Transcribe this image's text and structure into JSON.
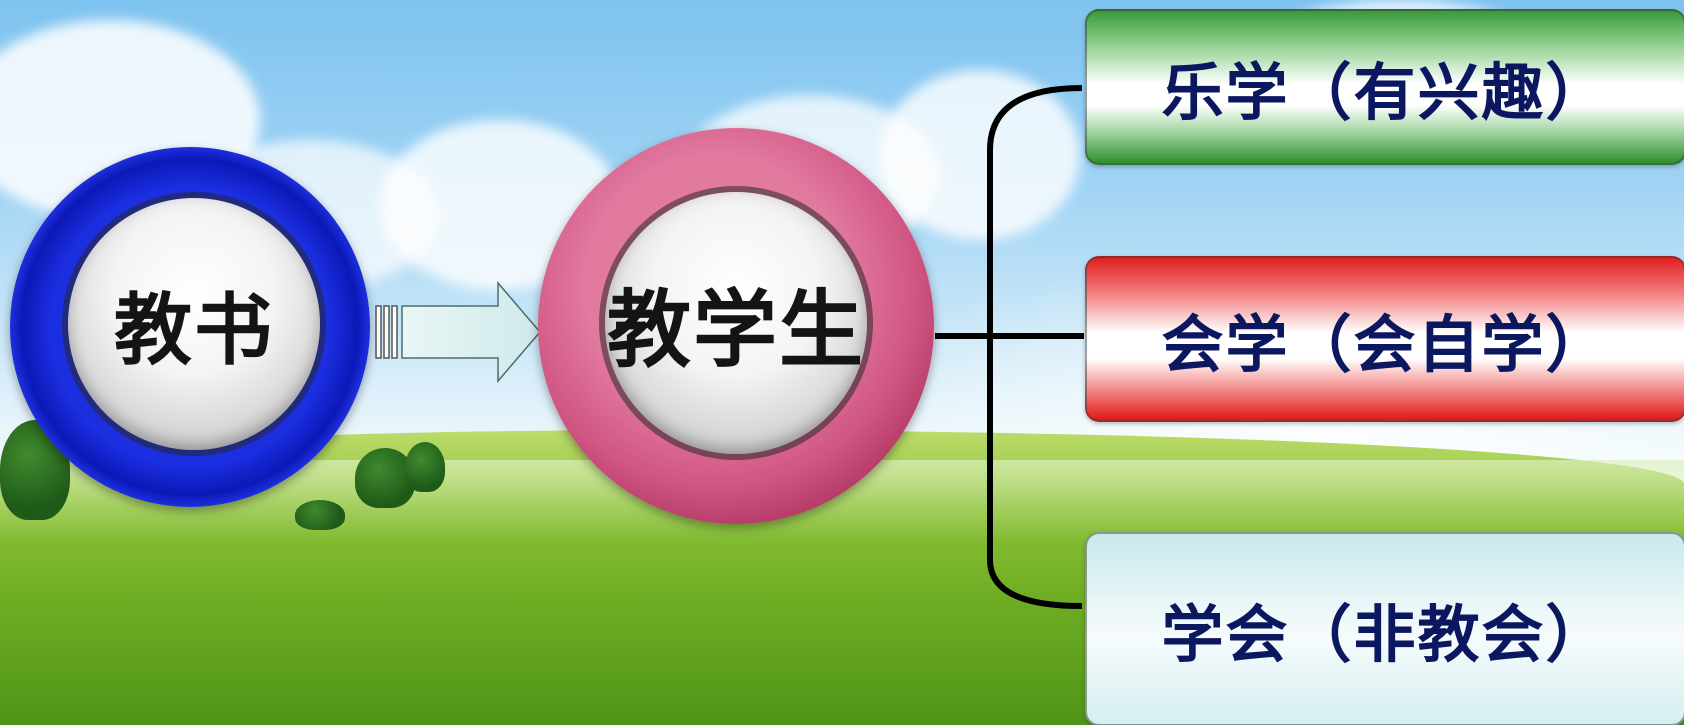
{
  "diagram": {
    "source_node": {
      "label": "教书",
      "icon": "blue-ring"
    },
    "target_node": {
      "label": "教学生",
      "icon": "pink-ring"
    },
    "arrow_icon": "arrow-right-icon",
    "branches": [
      {
        "label": "乐学（有兴趣）",
        "color": "#2f8f2f"
      },
      {
        "label": "会学（会自学）",
        "color": "#e01818"
      },
      {
        "label": "学会（非教会）",
        "color": "#c8e9ec"
      }
    ],
    "colors": {
      "text_dark": "#141414",
      "branch_text": "#0b1860",
      "ring_blue": "#1b2ee0",
      "ring_pink": "#d05583"
    }
  }
}
